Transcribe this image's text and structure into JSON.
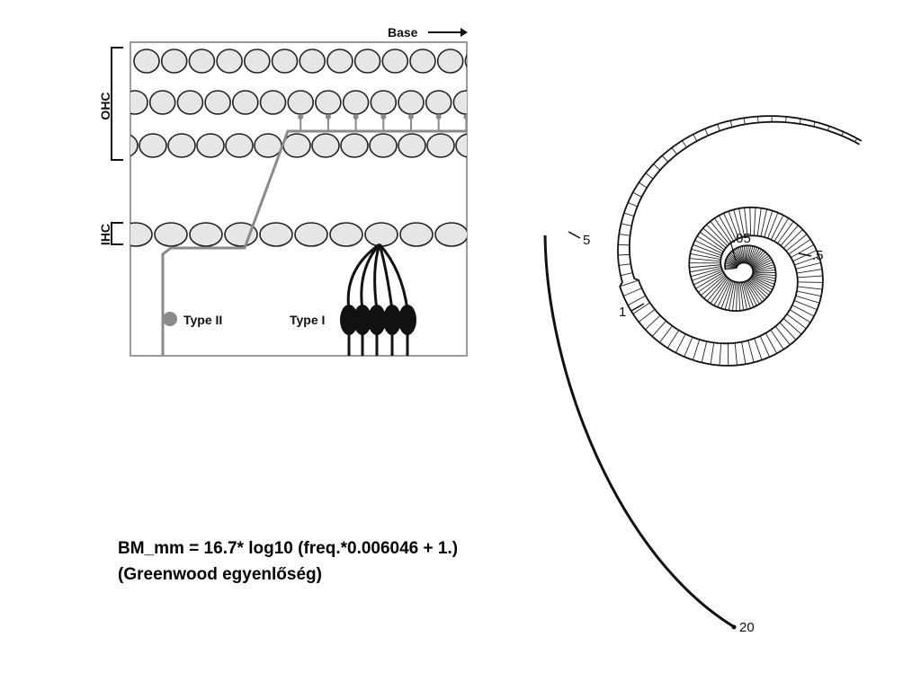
{
  "haircell_diagram": {
    "base_label": "Base",
    "ohc_label": "OHC",
    "ihc_label": "IHC",
    "type2_label": "Type II",
    "type1_label": "Type I"
  },
  "cochlea_spiral": {
    "frequency_labels": [
      ".05",
      ".5",
      "1",
      "5",
      "20"
    ]
  },
  "formula": {
    "line1": "BM_mm = 16.7* log10 (freq.*0.006046 + 1.)",
    "line2": "(Greenwood egyenlőség)"
  },
  "colors": {
    "cell_fill": "#e6e6e6",
    "fiber_gray": "#8a8a8a",
    "type1": "#111111"
  }
}
